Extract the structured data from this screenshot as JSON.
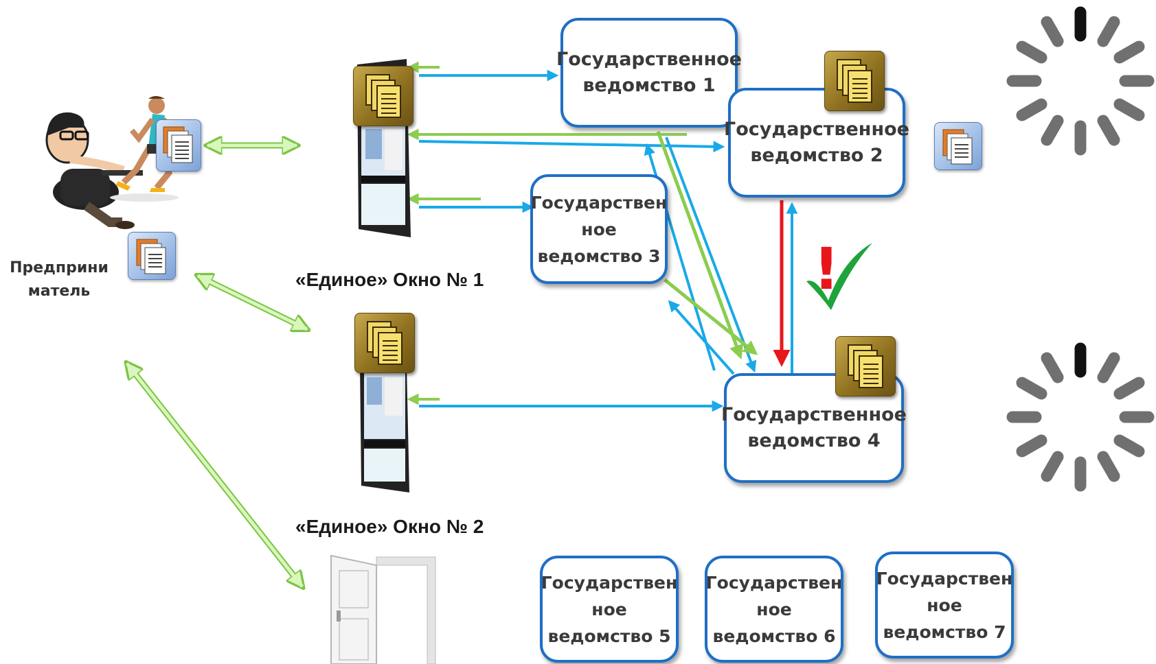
{
  "captions": {
    "window1": "«Единое» Окно № 1",
    "window2": "«Единое» Окно № 2"
  },
  "person": {
    "label": "Предприни\nматель"
  },
  "agencies": {
    "a1": "Государственное\nведомство 1",
    "a2": "Государственное\nведомство 2",
    "a3": "Государствен\nное\nведомство 3",
    "a4": "Государственное\nведомство 4",
    "a5": "Государствен\nное\nведомство 5",
    "a6": "Государствен\nное\nведомство 6",
    "a7": "Государствен\nное\nведомство 7"
  },
  "marks": {
    "exclamation": "!",
    "check": "✓"
  },
  "icons": [
    "document-stack-icon",
    "kiosk-icon",
    "door-icon",
    "loading-spinner-icon",
    "entrepreneur-icon"
  ],
  "colors": {
    "box_border": "#1f6fc5",
    "blue_arrow": "#19a9e8",
    "green_arrow": "#8ccc4f",
    "light_green_arrow": "#c9f2a3",
    "red_arrow": "#e8161b",
    "gold_icon": "#a6862d"
  }
}
